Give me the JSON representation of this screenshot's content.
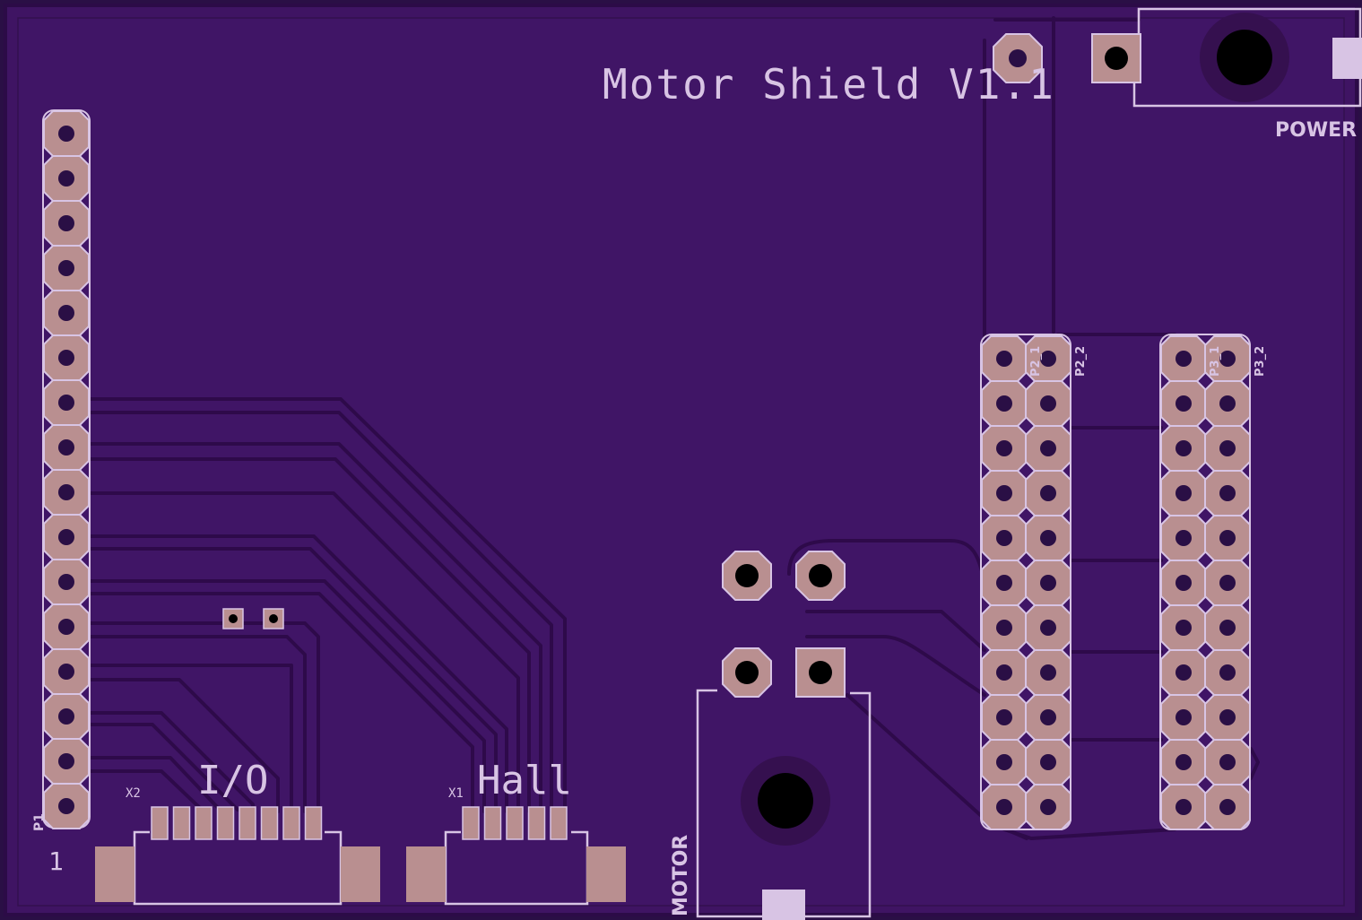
{
  "board": {
    "title": "Motor Shield V1.1",
    "colors": {
      "background": "#3d1260",
      "edge": "#28093f",
      "trace": "#2e0a4a",
      "copper": "#b98f90",
      "silk": "#d8c4e4",
      "drill": "#000000"
    }
  },
  "labels": {
    "power": "POWER",
    "motor": "MOTOR",
    "io": "I/O",
    "hall": "Hall",
    "x1": "X1",
    "x2": "X2",
    "p1": "P1",
    "pin1": "1",
    "p2_1": "P2_1",
    "p2_2": "P2_2",
    "p3_1": "P3_1",
    "p3_2": "P3_2"
  }
}
